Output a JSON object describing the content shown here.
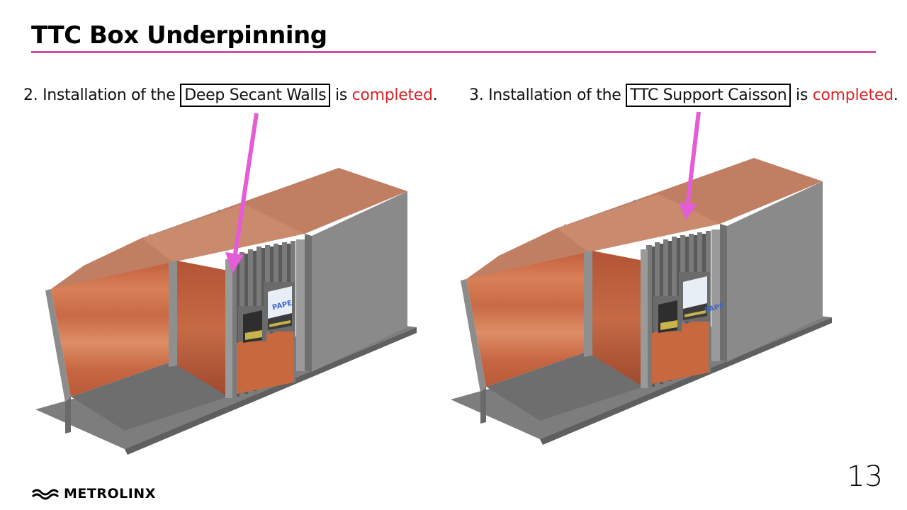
{
  "slide": {
    "title": "TTC Box Underpinning",
    "page_number": "13",
    "logo_text": "METROLINX",
    "logo_icon": "metrolinx-wave-icon"
  },
  "steps": [
    {
      "prefix": "2. Installation of the ",
      "highlight": "Deep Secant Walls",
      "middle": " is ",
      "status": "completed",
      "suffix": "."
    },
    {
      "prefix": "3. Installation of the ",
      "highlight": "TTC Support Caisson",
      "middle": " is ",
      "status": "completed",
      "suffix": "."
    }
  ],
  "illustrations": [
    {
      "sign_text": "PAPE"
    },
    {
      "sign_text": "PAPE"
    }
  ],
  "colors": {
    "accent_rule": "#d44ca3",
    "arrow": "#e45cd6",
    "status": "#d6262a",
    "soil": "#c9704a",
    "concrete": "#8b8b8b"
  }
}
